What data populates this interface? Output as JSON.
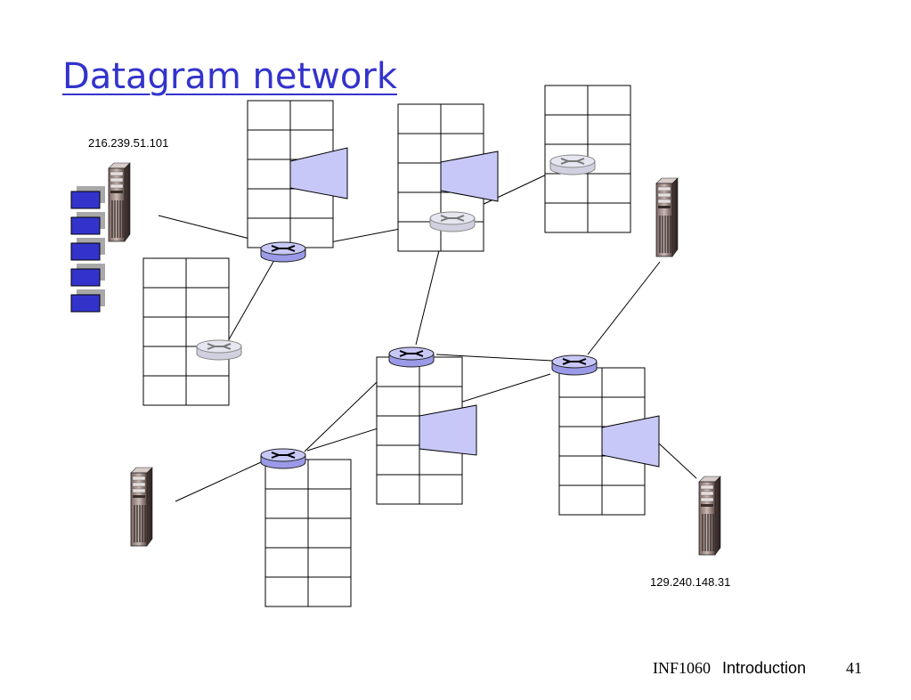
{
  "slide": {
    "title": "Datagram network",
    "footer": {
      "course": "INF1060",
      "topic": "Introduction",
      "page": "41"
    }
  },
  "hosts": {
    "source_address": "216.239.51.101",
    "destination_address": "129.240.148.31"
  },
  "colors": {
    "title": "#3333cc",
    "packet": "#3333cc",
    "packet_shadow": "#a8a8a8",
    "router_active": "#c8c8f8",
    "router_faded": "#e6e6f0",
    "trapezoid": "#c8c8f8"
  },
  "icons": [
    "server-tower-icon",
    "router-icon",
    "packet-icon",
    "routing-table-icon"
  ]
}
